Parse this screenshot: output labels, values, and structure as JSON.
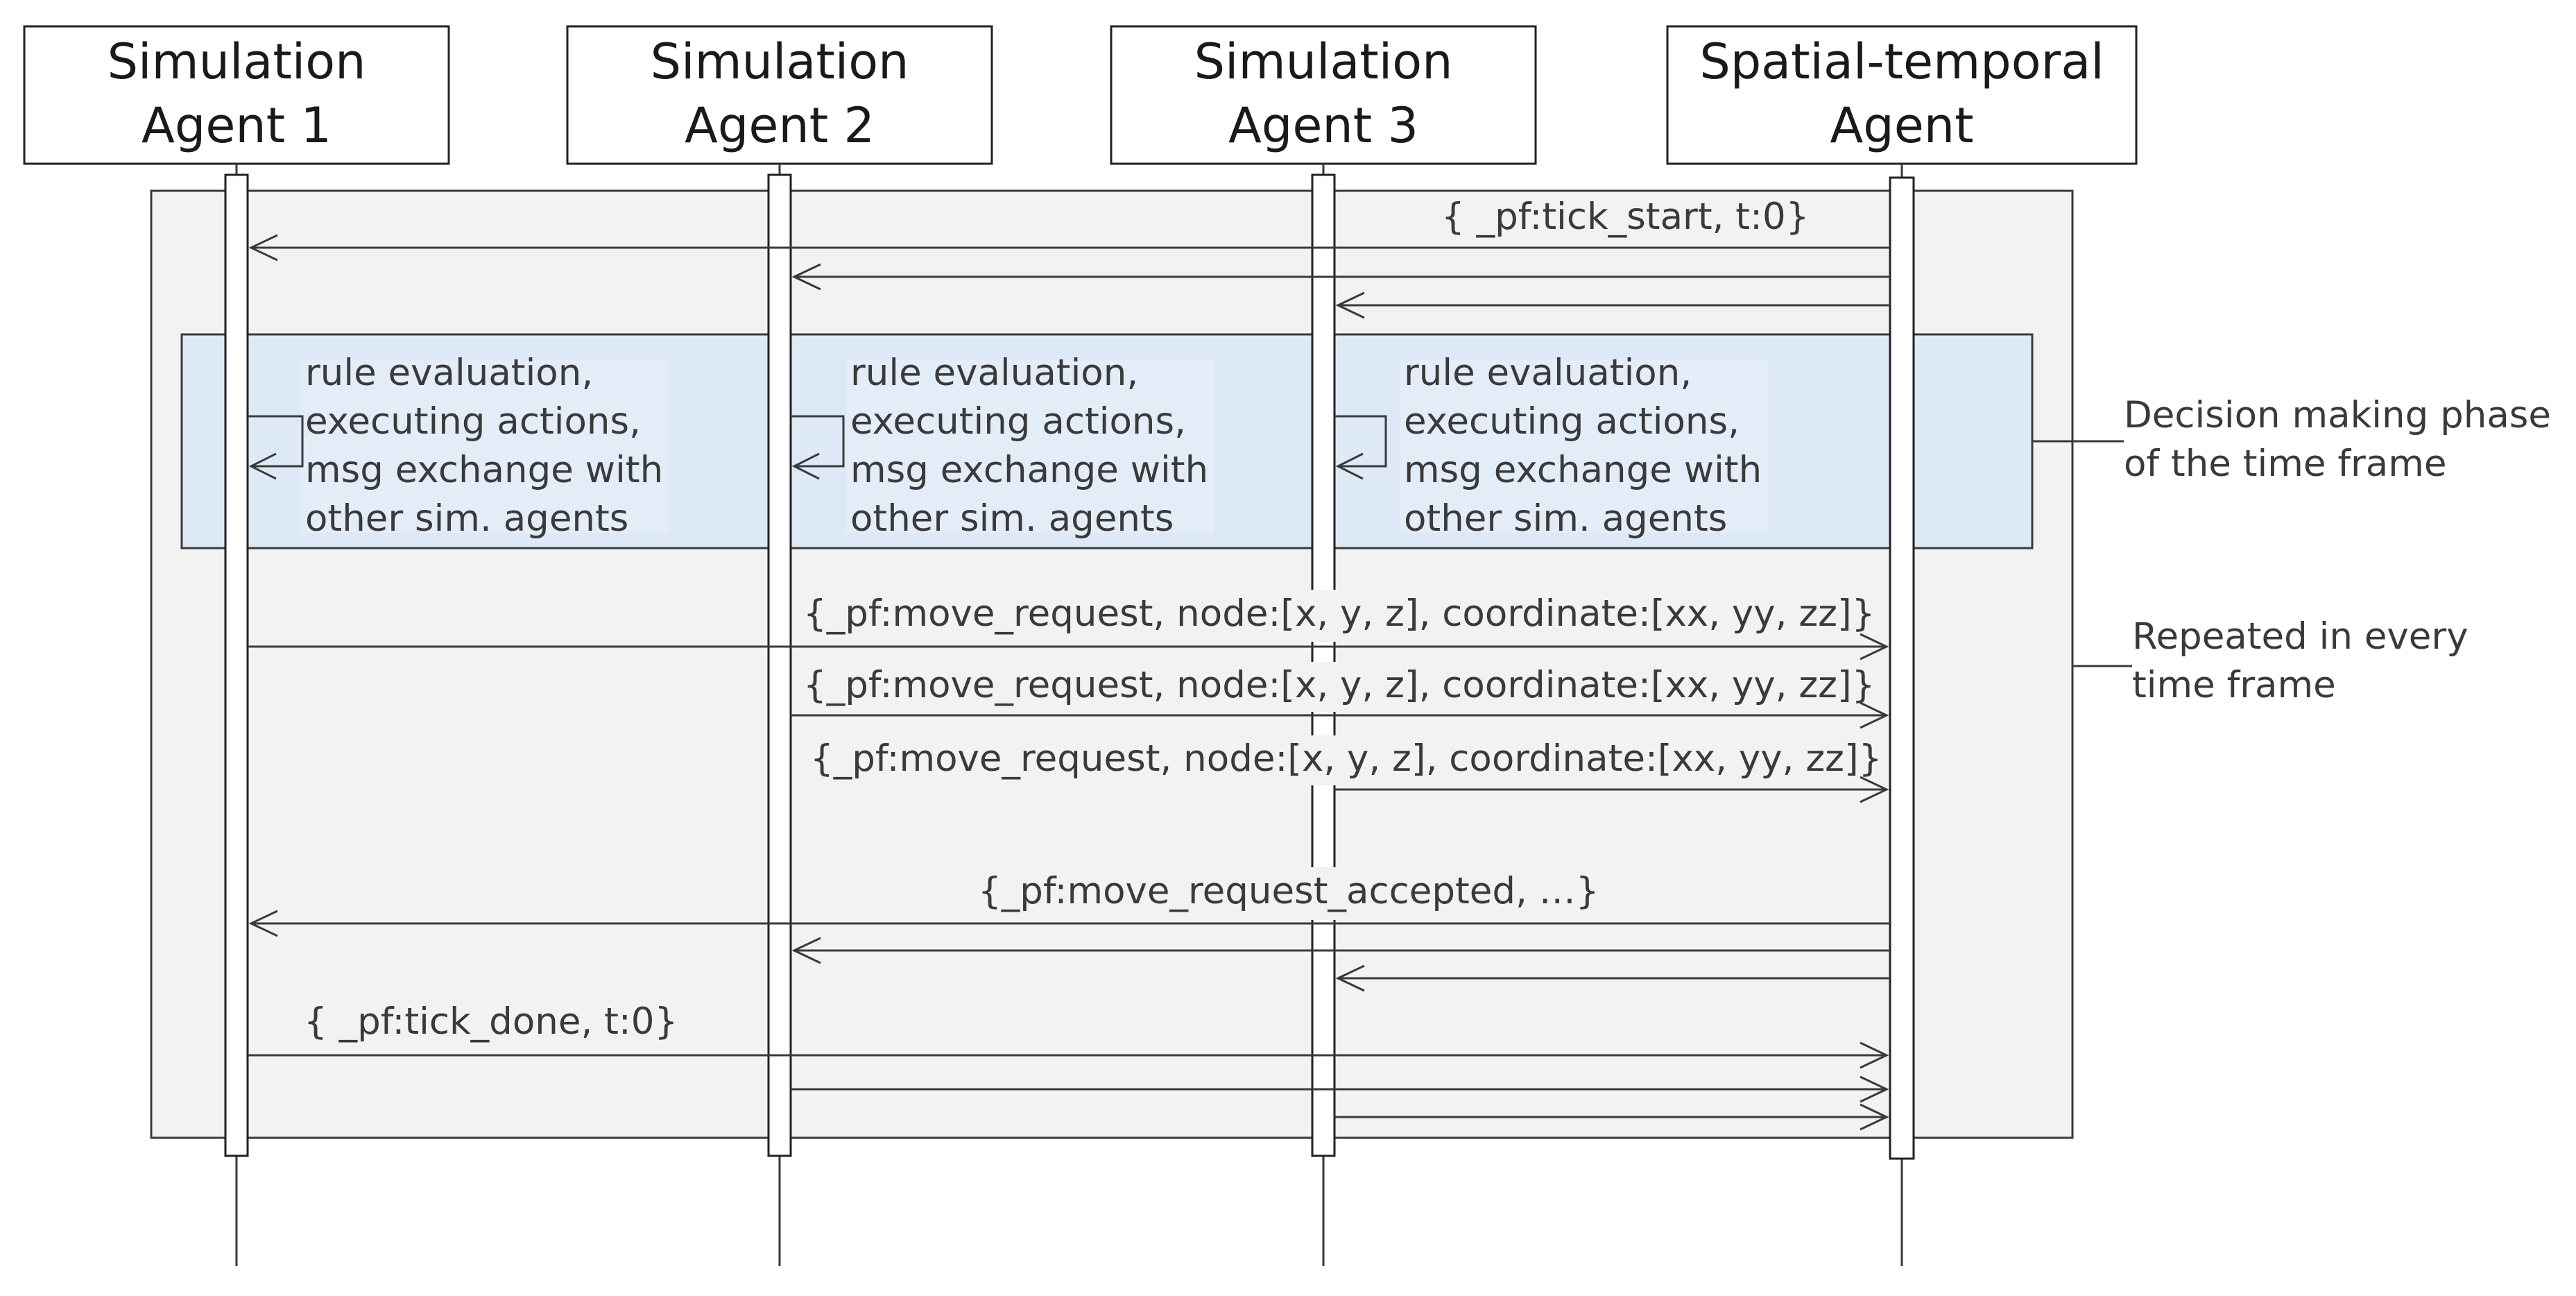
{
  "participants": [
    {
      "id": "sa1",
      "lines": [
        "Simulation",
        "Agent 1"
      ]
    },
    {
      "id": "sa2",
      "lines": [
        "Simulation",
        "Agent 2"
      ]
    },
    {
      "id": "sa3",
      "lines": [
        "Simulation",
        "Agent 3"
      ]
    },
    {
      "id": "st",
      "lines": [
        "Spatial-temporal",
        "Agent"
      ]
    }
  ],
  "messages": {
    "tick_start": "{ _pf:tick_start, t:0}",
    "move_request": "{_pf:move_request, node:[x, y, z], coordinate:[xx, yy, zz]}",
    "move_request_accepted": "{_pf:move_request_accepted, …}",
    "tick_done": "{ _pf:tick_done, t:0}"
  },
  "self_message_lines": [
    "rule evaluation,",
    "executing actions,",
    "msg exchange with",
    "other sim. agents"
  ],
  "annotations": {
    "decision_phase": [
      "Decision making phase",
      "of the time frame"
    ],
    "repeated": [
      "Repeated in every",
      "time frame"
    ]
  },
  "colors": {
    "frame_fill": "#f2f2f2",
    "decision_fill": "#dde9f6",
    "line": "#3a3a3a"
  }
}
